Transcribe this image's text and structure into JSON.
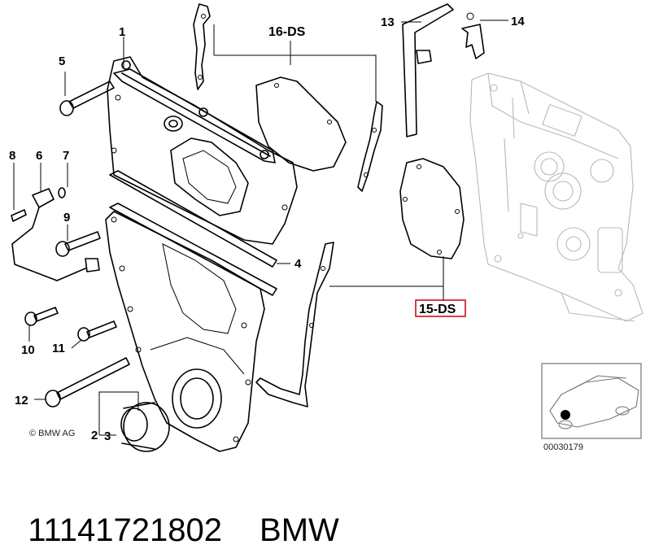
{
  "callouts": {
    "c1": "1",
    "c2": "2",
    "c3": "3",
    "c4": "4",
    "c5": "5",
    "c6": "6",
    "c7": "7",
    "c8": "8",
    "c9": "9",
    "c10": "10",
    "c11": "11",
    "c12": "12",
    "c13": "13",
    "c14": "14",
    "c15": "15-DS",
    "c16": "16-DS"
  },
  "copyright": "© BMW AG",
  "inset_code": "00030179",
  "footer": {
    "part_number": "11141721802",
    "brand": "BMW"
  },
  "colors": {
    "highlight": "#cc0000",
    "ghost": "#b8b8b8",
    "ink": "#000000"
  }
}
